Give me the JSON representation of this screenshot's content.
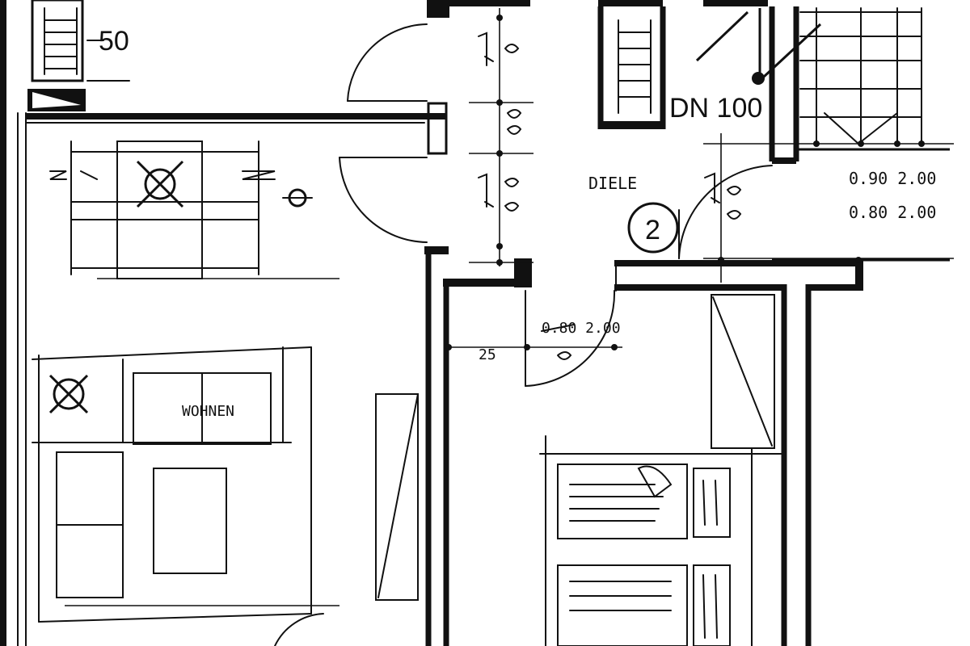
{
  "plan": {
    "stair_number": "50",
    "pipe_label": "DN 100",
    "room_number": "2",
    "hall_label": "DIELE",
    "living_label": "WOHNEN",
    "dim_upper_right_1": "0.90 2.00",
    "dim_upper_right_2": "0.80 2.00",
    "dim_lower_door": "0.80 2.00",
    "dim_lower_small": "25"
  }
}
